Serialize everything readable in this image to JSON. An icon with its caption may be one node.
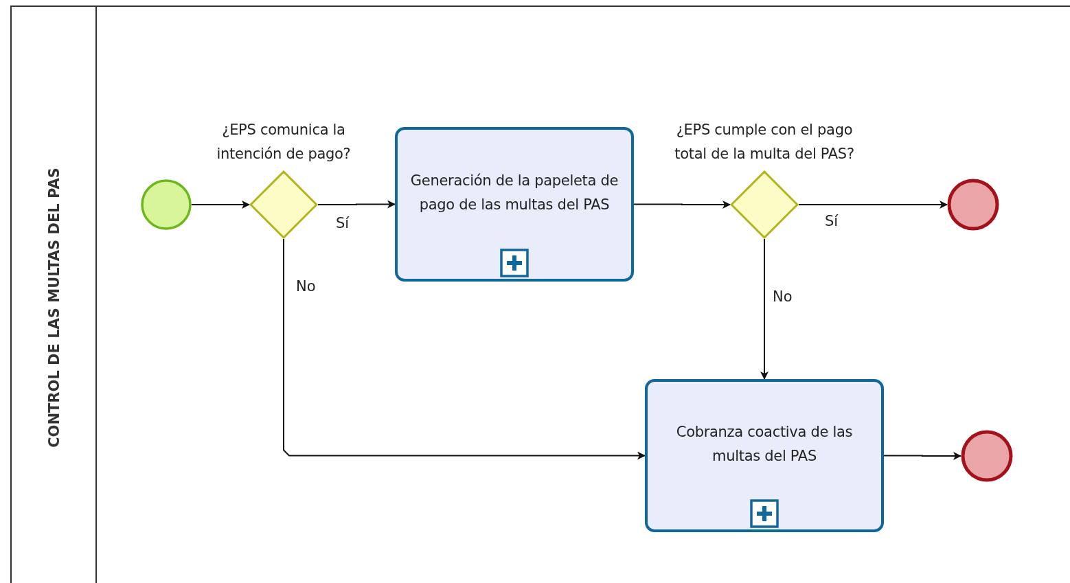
{
  "diagram": {
    "nodes": [
      {
        "text": [
          "CONTROL DE LAS MULTAS DEL PAS"
        ]
      },
      {
        "text": [],
        "shape": "circle",
        "in": 0
      },
      {
        "text": [
          "¿EPS comunica la intención de pago?"
        ],
        "in": 0
      },
      {
        "text": [
          "Generación de la papeleta de pago de las multas del PAS"
        ],
        "in": 0
      },
      {
        "text": [
          "¿EPS cumple con el pago total de la multa del PAS?"
        ],
        "in": 0
      },
      {
        "text": [],
        "shape": "circle",
        "in": 0
      },
      {
        "text": [
          "Cobranza coactiva de las multas del PAS"
        ],
        "in": 0
      },
      {
        "text": [],
        "shape": "circle",
        "in": 0
      }
    ],
    "edges": [
      {
        "from": 1,
        "to": 2,
        "arrow": "to"
      },
      {
        "from": 2,
        "to": 3,
        "arrow": "to",
        "label": "Sí"
      },
      {
        "from": 3,
        "to": 4,
        "arrow": "to"
      },
      {
        "from": 4,
        "to": 5,
        "arrow": "to",
        "label": "Sí"
      },
      {
        "from": 4,
        "to": 6,
        "arrow": "to",
        "label": "No"
      },
      {
        "from": 2,
        "to": 6,
        "arrow": "to",
        "label": "No"
      },
      {
        "from": 6,
        "to": 7,
        "arrow": "to"
      }
    ]
  }
}
